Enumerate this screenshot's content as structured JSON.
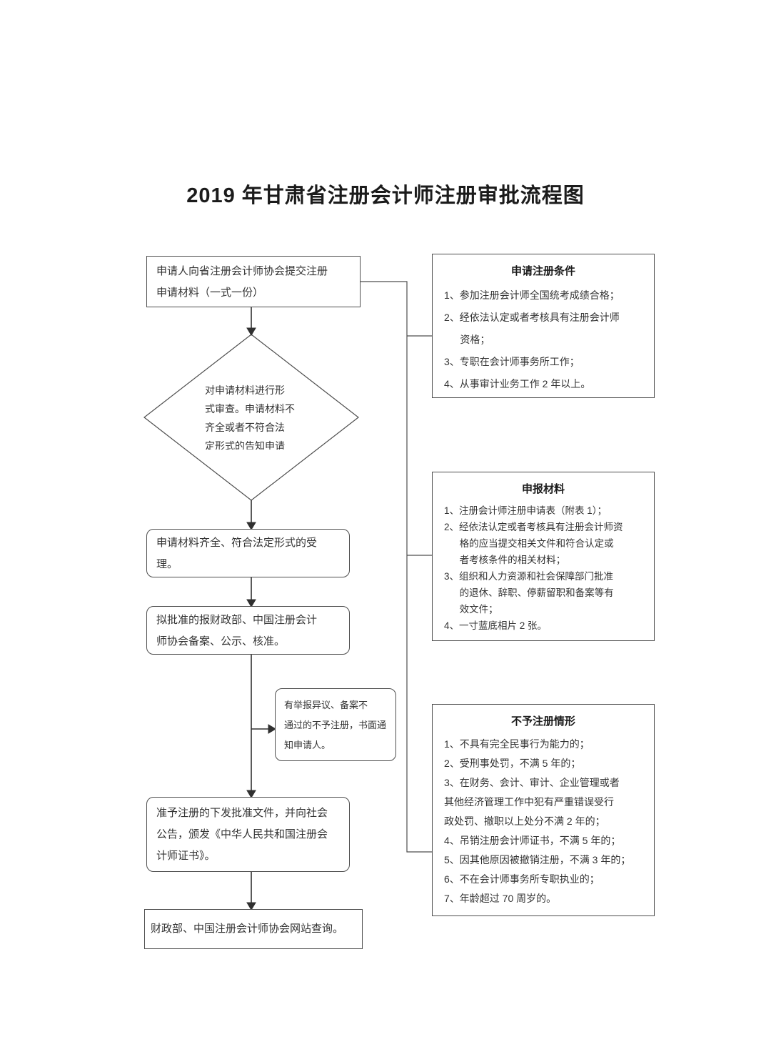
{
  "title": "2019 年甘肃省注册会计师注册审批流程图",
  "flow": {
    "step1": "申请人向省注册会计师协会提交注册\n申请材料（一式一份）",
    "diamond": "对申请材料进行形\n式审查。申请材料不\n齐全或者不符合法\n定形式的告知申请",
    "step2": "申请材料齐全、符合法定形式的受\n理。",
    "step3": "拟批准的报财政部、中国注册会计\n师协会备案、公示、核准。",
    "branch": "有举报异议、备案不\n通过的不予注册，书面通\n知申请人。",
    "step4": "准予注册的下发批准文件，并向社会\n公告，颁发《中华人民共和国注册会\n计师证书》。",
    "step5": "财政部、中国注册会计师协会网站查询。"
  },
  "panels": [
    {
      "title": "申请注册条件",
      "items": [
        "1、参加注册会计师全国统考成绩合格；",
        "2、经依法认定或者考核具有注册会计师\n资格；",
        "3、专职在会计师事务所工作；",
        "4、从事审计业务工作 2 年以上。"
      ]
    },
    {
      "title": "申报材料",
      "items": [
        "1、注册会计师注册申请表（附表 1）；",
        "2、经依法认定或者考核具有注册会计师资\n格的应当提交相关文件和符合认定或\n者考核条件的相关材料；",
        "3、组织和人力资源和社会保障部门批准\n的退休、辞职、停薪留职和备案等有\n效文件；",
        "4、一寸蓝底相片 2 张。"
      ]
    },
    {
      "title": "不予注册情形",
      "items": [
        "1、不具有完全民事行为能力的；",
        "2、受刑事处罚，不满 5 年的；",
        "3、在财务、会计、审计、企业管理或者\n其他经济管理工作中犯有严重错误受行\n政处罚、撤职以上处分不满 2 年的；",
        "4、吊销注册会计师证书，不满 5 年的；",
        "5、因其他原因被撤销注册，不满 3 年的；",
        "6、不在会计师事务所专职执业的；",
        "7、年龄超过 70 周岁的。"
      ]
    }
  ]
}
